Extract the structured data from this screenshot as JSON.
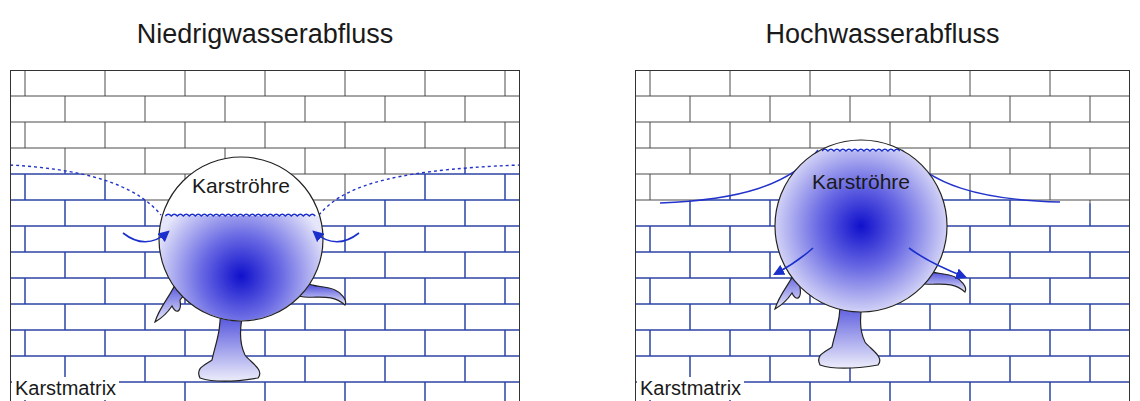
{
  "diagram": {
    "nodes": [
      {
        "text": [
          "Niedrigwasserabfluss",
          "Karstmatrix"
        ]
      },
      {
        "text": [
          "Karströhre"
        ],
        "in": 0
      },
      {
        "text": [
          "Hochwasserabfluss",
          "Karstmatrix"
        ]
      },
      {
        "text": [
          "Karströhre"
        ],
        "in": 2
      }
    ]
  }
}
